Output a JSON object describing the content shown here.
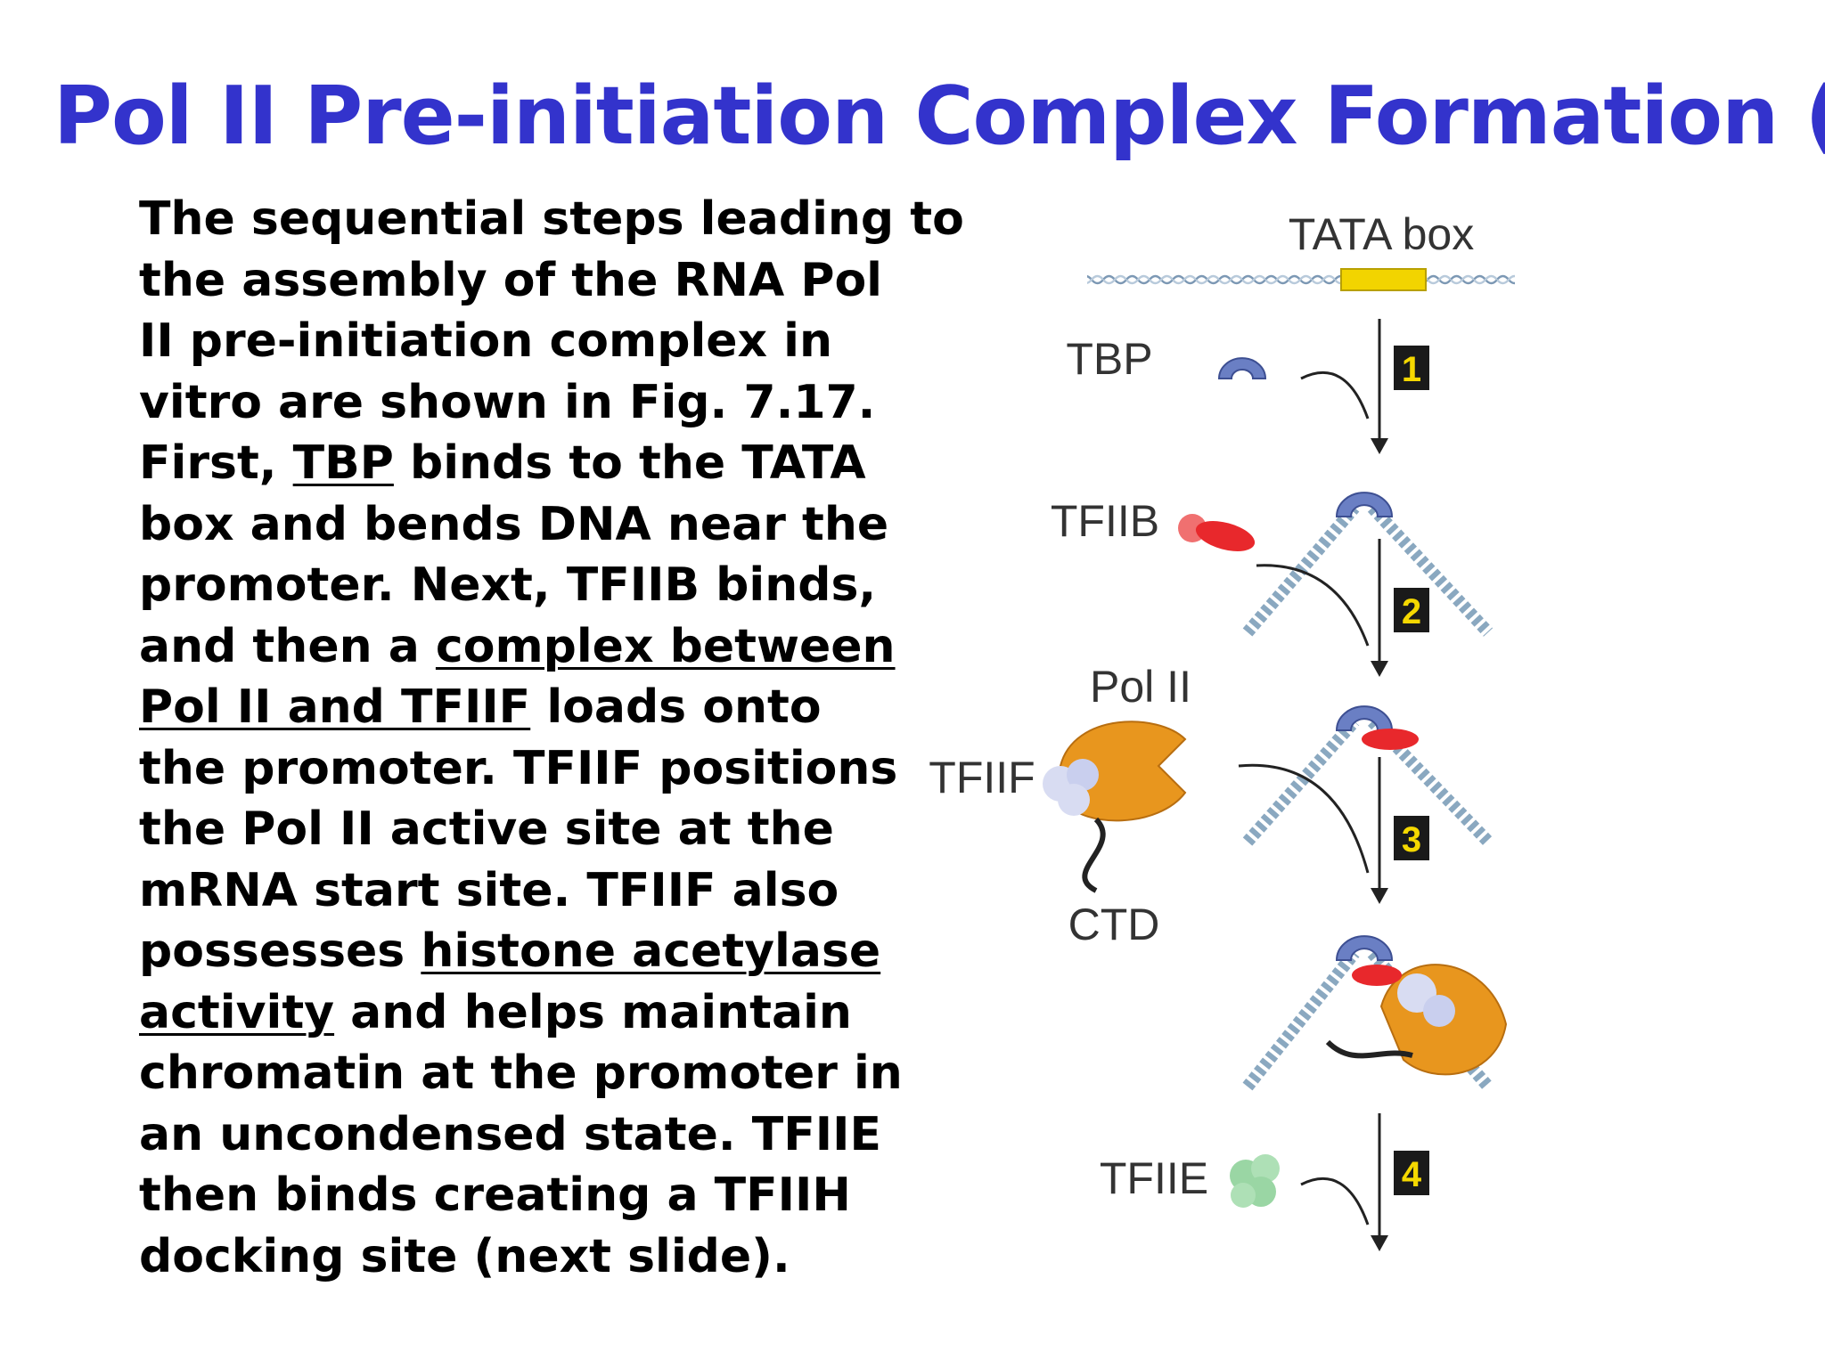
{
  "title": "Pol II Pre-initiation Complex Formation (I)",
  "body": {
    "lines": [
      {
        "a": "The sequential steps leading to"
      },
      {
        "a": "the assembly of the RNA Pol"
      },
      {
        "a": "II pre-initiation complex in"
      },
      {
        "a": "vitro are shown in Fig. 7.17."
      },
      {
        "a": "First, ",
        "u": "TBP",
        "b": " binds to the TATA"
      },
      {
        "a": "box and bends DNA near the"
      },
      {
        "a": "promoter. Next, TFIIB binds,"
      },
      {
        "a": "and then a ",
        "u": "complex between"
      },
      {
        "u": "Pol II and TFIIF",
        "b": " loads onto"
      },
      {
        "a": "the promoter. TFIIF positions"
      },
      {
        "a": "the Pol II active site at the"
      },
      {
        "a": "mRNA start site. TFIIF also"
      },
      {
        "a": "possesses ",
        "u": "histone acetylase"
      },
      {
        "u": "activity",
        "b": " and helps maintain"
      },
      {
        "a": "chromatin at the promoter in"
      },
      {
        "a": "an uncondensed state. TFIIE"
      },
      {
        "a": "then binds creating a TFIIH"
      },
      {
        "a": "docking site (next slide)."
      }
    ]
  },
  "figure": {
    "labels": {
      "tata_box": "TATA box",
      "tbp": "TBP",
      "tfiib": "TFIIB",
      "pol_ii": "Pol II",
      "tfiif": "TFIIF",
      "ctd": "CTD",
      "tfiie": "TFIIE"
    },
    "steps": [
      "1",
      "2",
      "3",
      "4"
    ]
  },
  "colors": {
    "title": "#3333cc",
    "tata_box": "#f2d400",
    "tbp": "#6a7fc4",
    "tfiib": "#e8282c",
    "pol_ii": "#e8961e",
    "tfiif": "#d8dcf2",
    "tfiie": "#9ad6a4",
    "dna": "#8aa8c0"
  }
}
